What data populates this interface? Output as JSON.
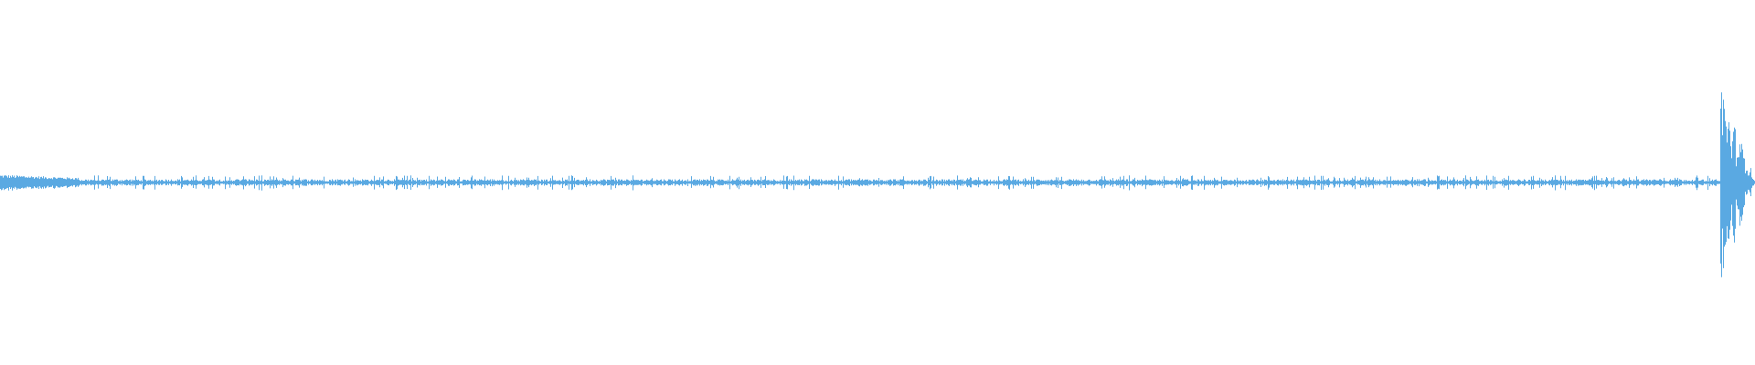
{
  "waveform": {
    "color": "#5aa9e2",
    "background": "#ffffff",
    "orientation": "horizontal",
    "segments": [
      {
        "from": 0.0,
        "to": 0.045,
        "amplitude": 0.045,
        "style": "dense"
      },
      {
        "from": 0.045,
        "to": 0.98,
        "amplitude": 0.04,
        "style": "sparse"
      },
      {
        "from": 0.98,
        "to": 1.0,
        "amplitude": 0.52,
        "style": "burst"
      }
    ]
  }
}
